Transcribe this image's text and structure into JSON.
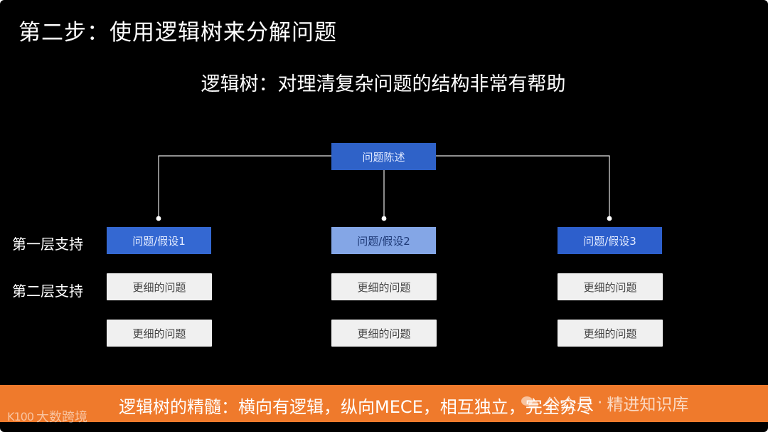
{
  "step_title": "第二步：使用逻辑树来分解问题",
  "subtitle": "逻辑树：对理清复杂问题的结构非常有帮助",
  "tree": {
    "root": "问题陈述",
    "row_labels": [
      "第一层支持",
      "第二层支持"
    ],
    "branches": [
      {
        "hypothesis": "问题/假设1",
        "details": [
          "更细的问题",
          "更细的问题"
        ]
      },
      {
        "hypothesis": "问题/假设2",
        "details": [
          "更细的问题",
          "更细的问题"
        ]
      },
      {
        "hypothesis": "问题/假设3",
        "details": [
          "更细的问题",
          "更细的问题"
        ]
      }
    ]
  },
  "banner": "逻辑树的精髓：横向有逻辑，纵向MECE，相互独立，完全穷尽",
  "watermarks": {
    "left_logo": "K100",
    "left_text": "大数跨境",
    "right_prefix": "公众号",
    "right_text": "精进知识库"
  },
  "colors": {
    "background": "#000000",
    "root_box": "#2f62c8",
    "hypothesis_1": "#3468d2",
    "hypothesis_2": "#84a6e6",
    "hypothesis_3": "#2d5fcc",
    "detail_box": "#f0f0f0",
    "banner": "#ef7a2c",
    "connector": "#e6e6e6"
  }
}
